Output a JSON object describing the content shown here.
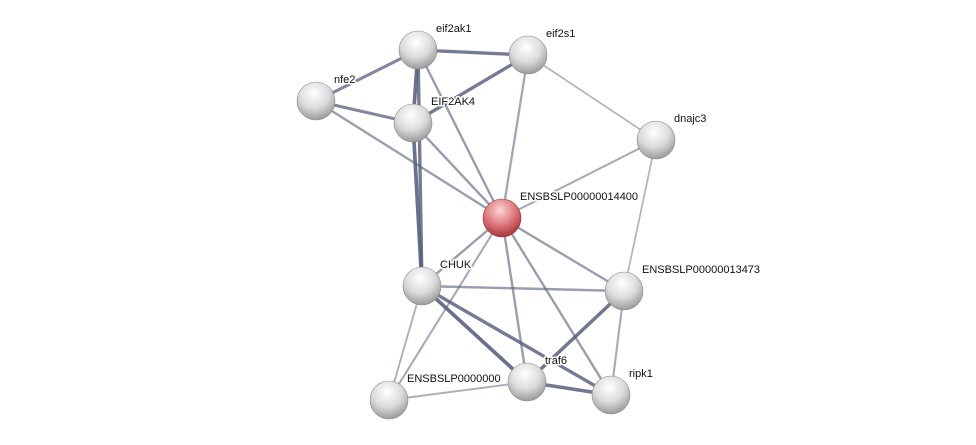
{
  "network": {
    "colors": {
      "node": "#d9d9d9",
      "query_node": "#d9585e",
      "edge": "#555d7a"
    },
    "nodes": [
      {
        "id": "eif2ak1",
        "label": "eif2ak1"
      },
      {
        "id": "eif2s1",
        "label": "eif2s1"
      },
      {
        "id": "nfe2",
        "label": "nfe2"
      },
      {
        "id": "EIF2AK4",
        "label": "EIF2AK4"
      },
      {
        "id": "dnajc3",
        "label": "dnajc3"
      },
      {
        "id": "center",
        "label": "ENSBSLP00000014400",
        "query": true
      },
      {
        "id": "CHUK",
        "label": "CHUK"
      },
      {
        "id": "e13473",
        "label": "ENSBSLP00000013473"
      },
      {
        "id": "traf6",
        "label": "traf6"
      },
      {
        "id": "ripk1",
        "label": "ripk1"
      },
      {
        "id": "e000",
        "label": "ENSBSLP0000000"
      }
    ],
    "edges": [
      {
        "s": "eif2ak1",
        "t": "eif2s1",
        "score": 0.8
      },
      {
        "s": "eif2ak1",
        "t": "nfe2",
        "score": 0.7
      },
      {
        "s": "eif2ak1",
        "t": "EIF2AK4",
        "score": 0.9
      },
      {
        "s": "eif2ak1",
        "t": "center",
        "score": 0.5
      },
      {
        "s": "eif2ak1",
        "t": "CHUK",
        "score": 0.8
      },
      {
        "s": "eif2s1",
        "t": "EIF2AK4",
        "score": 0.8
      },
      {
        "s": "eif2s1",
        "t": "dnajc3",
        "score": 0.3
      },
      {
        "s": "eif2s1",
        "t": "center",
        "score": 0.45
      },
      {
        "s": "nfe2",
        "t": "EIF2AK4",
        "score": 0.7
      },
      {
        "s": "nfe2",
        "t": "center",
        "score": 0.5
      },
      {
        "s": "EIF2AK4",
        "t": "center",
        "score": 0.5
      },
      {
        "s": "EIF2AK4",
        "t": "CHUK",
        "score": 0.9
      },
      {
        "s": "dnajc3",
        "t": "center",
        "score": 0.4
      },
      {
        "s": "dnajc3",
        "t": "e13473",
        "score": 0.3
      },
      {
        "s": "center",
        "t": "CHUK",
        "score": 0.5
      },
      {
        "s": "center",
        "t": "e13473",
        "score": 0.5
      },
      {
        "s": "center",
        "t": "traf6",
        "score": 0.5
      },
      {
        "s": "center",
        "t": "ripk1",
        "score": 0.5
      },
      {
        "s": "center",
        "t": "e000",
        "score": 0.4
      },
      {
        "s": "CHUK",
        "t": "e13473",
        "score": 0.5
      },
      {
        "s": "CHUK",
        "t": "traf6",
        "score": 0.9
      },
      {
        "s": "CHUK",
        "t": "ripk1",
        "score": 0.8
      },
      {
        "s": "CHUK",
        "t": "e000",
        "score": 0.35
      },
      {
        "s": "e13473",
        "t": "traf6",
        "score": 0.85
      },
      {
        "s": "e13473",
        "t": "ripk1",
        "score": 0.4
      },
      {
        "s": "traf6",
        "t": "ripk1",
        "score": 0.85
      },
      {
        "s": "traf6",
        "t": "e000",
        "score": 0.35
      }
    ]
  }
}
